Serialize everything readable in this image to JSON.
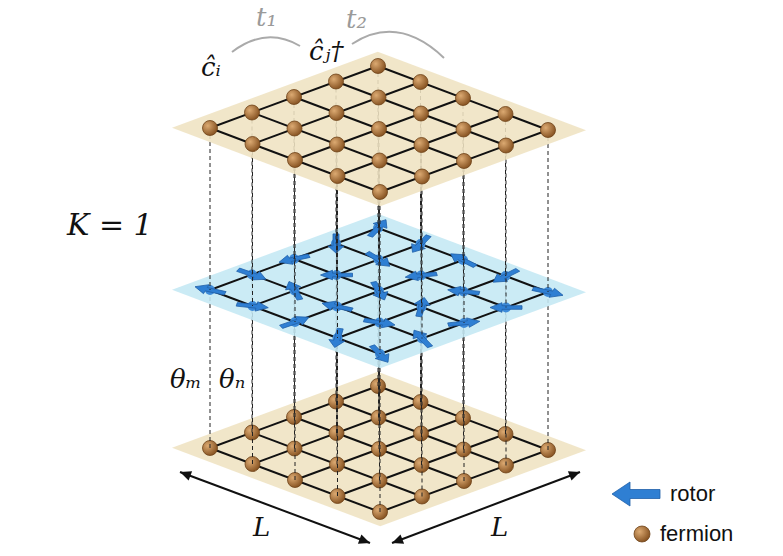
{
  "diagram": {
    "labels": [
      "ĉᵢ",
      "t₁",
      "ĉⱼ†",
      "t₂",
      "K = 1",
      "θₘ",
      "θₙ",
      "L",
      "L"
    ],
    "legend": [
      {
        "text": "rotor"
      },
      {
        "text": "fermion"
      }
    ]
  }
}
